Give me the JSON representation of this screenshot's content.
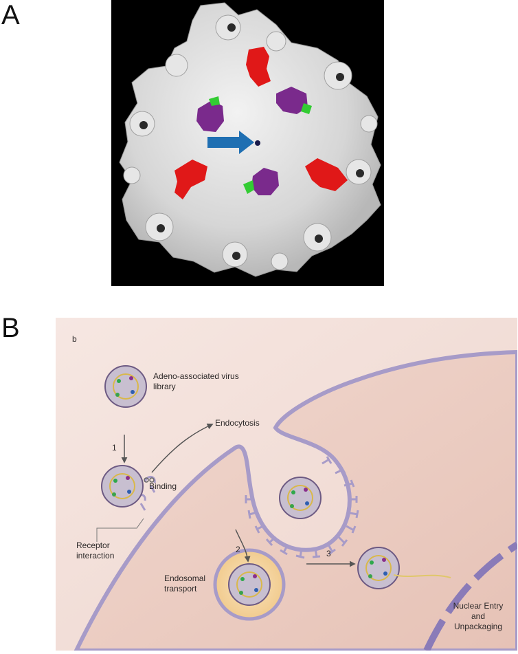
{
  "panel_a": {
    "letter": "A"
  },
  "panel_b": {
    "letter": "B",
    "sub_letter": "b",
    "labels": {
      "library_line1": "Adeno-associated virus",
      "library_line2": "library",
      "endocytosis": "Endocytosis",
      "binding": "Binding",
      "receptor_line1": "Receptor",
      "receptor_line2": "interaction",
      "endosomal_line1": "Endosomal",
      "endosomal_line2": "transport",
      "nuclear_line1": "Nuclear Entry",
      "nuclear_line2": "and",
      "nuclear_line3": "Unpackaging"
    },
    "steps": [
      "1",
      "2",
      "3"
    ]
  },
  "colors": {
    "capsid_surface": "#d9d9d9",
    "red_site": "#e01818",
    "purple_site": "#7a2a8c",
    "green_site": "#33cc33",
    "arrow_blue": "#1f6fb2",
    "membrane": "#a79bc8",
    "background_b": "#f3e2dc",
    "endosome_fill": "#f6d9a8",
    "nucleus_dash": "#8a7bb8"
  }
}
